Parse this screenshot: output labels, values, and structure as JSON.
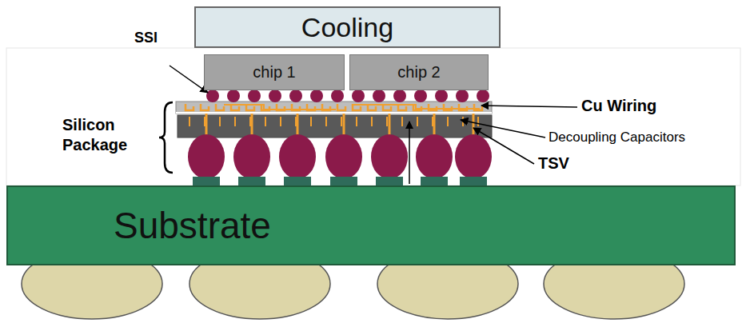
{
  "diagram": {
    "nodes": [
      {
        "text": [
          "Cooling"
        ]
      },
      {
        "text": [
          "chip 1"
        ]
      },
      {
        "text": [
          "chip 2"
        ]
      },
      {
        "text": [
          "Substrate"
        ]
      }
    ],
    "labels": [
      "SSI",
      "Silicon Package",
      "Cu Wiring",
      "Decoupling Capacitors",
      "TSV"
    ]
  }
}
